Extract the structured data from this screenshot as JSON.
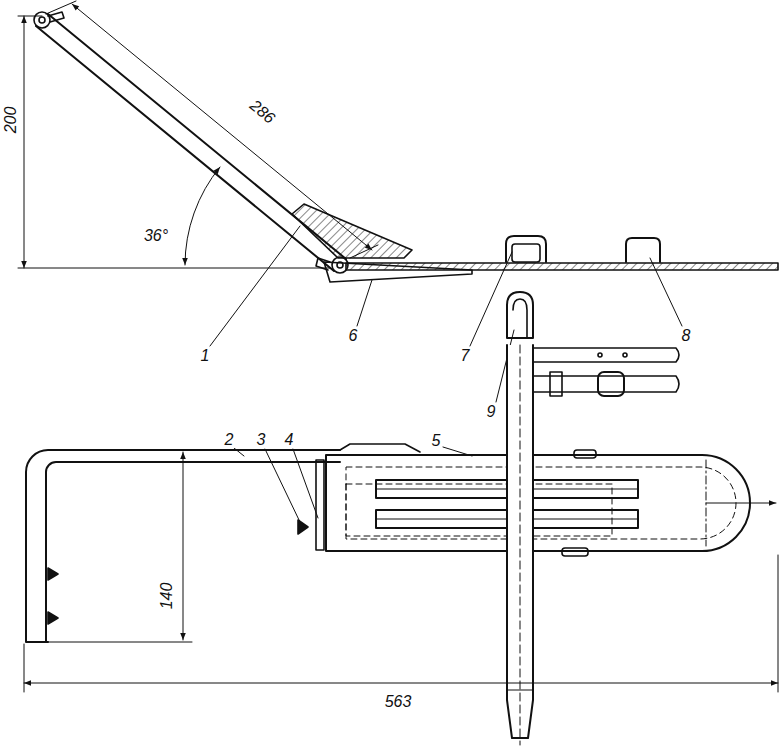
{
  "diagram": {
    "labels": [
      "286",
      "200",
      "36°",
      "1",
      "6",
      "7",
      "8",
      "9",
      "2",
      "3",
      "4",
      "5",
      "140",
      "563"
    ]
  }
}
